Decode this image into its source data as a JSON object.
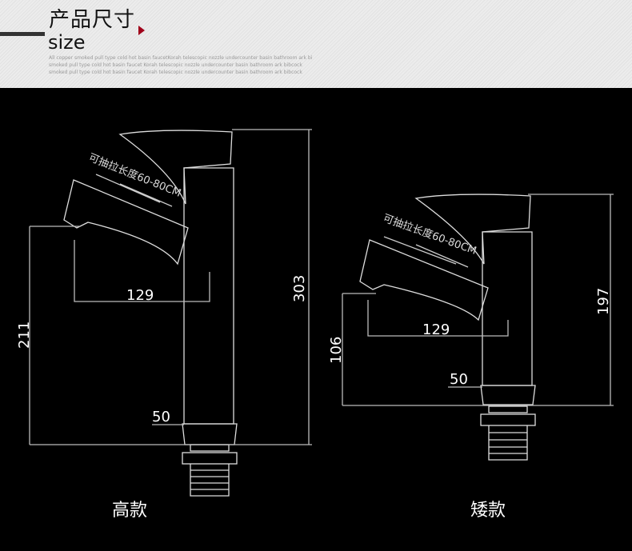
{
  "header": {
    "title": "产品尺寸",
    "subtitle": "size",
    "desc": [
      "All copper smoked pull type cold hot basin faucetKorah telescopic nozzle undercounter basin bathroom ark bi",
      "smoked pull type cold hot basin faucet Korah telescopic nozzle undercounter basin bathroom ark bibcock",
      "smoked pull type cold hot basin faucet Korah telescopic nozzle undercounter basin bathroom ark bibcock"
    ],
    "accent": "#a0001a"
  },
  "tall": {
    "label": "高款",
    "pull_note": "可抽拉长度60-80CM",
    "height": "303",
    "spout_height": "211",
    "reach": "129",
    "base": "50"
  },
  "short": {
    "label": "矮款",
    "pull_note": "可抽拉长度60-80CM",
    "height": "197",
    "spout_height": "106",
    "reach": "129",
    "base": "50"
  }
}
